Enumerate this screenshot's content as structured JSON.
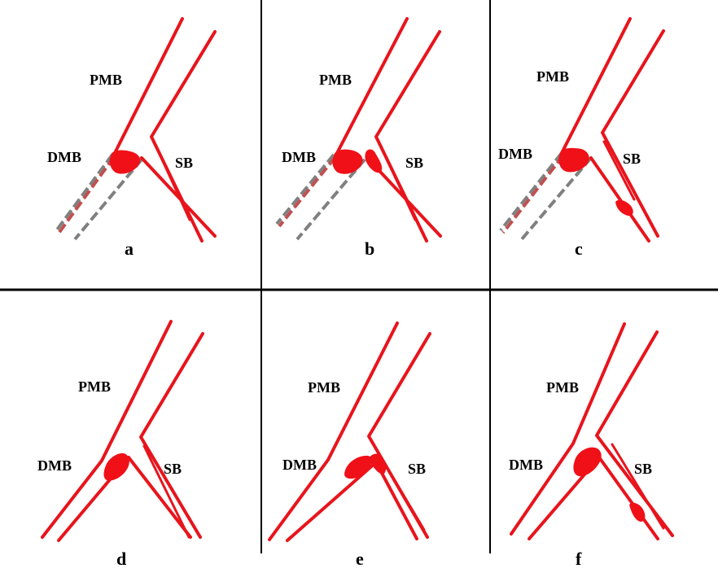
{
  "labels": {
    "proximal_main_branch": "PMB",
    "distal_main_branch": "DMB",
    "side_branch": "SB"
  },
  "panels": [
    {
      "letter": "a",
      "has_stent": true,
      "plaques": [
        "carina-main"
      ]
    },
    {
      "letter": "b",
      "has_stent": true,
      "plaques": [
        "carina-main",
        "carina-side"
      ]
    },
    {
      "letter": "c",
      "has_stent": true,
      "plaques": [
        "carina-main",
        "side-branch-distal"
      ]
    },
    {
      "letter": "d",
      "has_stent": false,
      "plaques": [
        "carina-main"
      ]
    },
    {
      "letter": "e",
      "has_stent": false,
      "plaques": [
        "carina-main",
        "carina-side"
      ]
    },
    {
      "letter": "f",
      "has_stent": false,
      "plaques": [
        "carina-main",
        "side-branch-distal"
      ]
    }
  ],
  "colors": {
    "vessel": "#e8141c",
    "plaque": "#f01018",
    "stent": "#7f7f7f",
    "divider": "#000000",
    "text": "#000000"
  }
}
